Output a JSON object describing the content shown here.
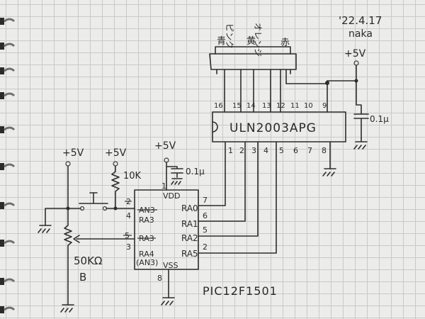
{
  "header": {
    "date": "'22.4.17",
    "author": "naka"
  },
  "connector": {
    "labels": [
      "青",
      "ピンク",
      "黄",
      "オレンジ",
      "赤"
    ]
  },
  "power": {
    "vplus": "+5V"
  },
  "ic_driver": {
    "name": "ULN2003APG",
    "pins_top": [
      "16",
      "15",
      "14",
      "13",
      "12",
      "11",
      "10",
      "9"
    ],
    "pins_bottom": [
      "1",
      "2",
      "3",
      "4",
      "5",
      "6",
      "7",
      "8"
    ]
  },
  "caps": {
    "driver_cap": "0.1μ",
    "mcu_cap": "0.1μ"
  },
  "resistor": {
    "pullup": "10K"
  },
  "pot": {
    "value": "50KΩ",
    "type": "B"
  },
  "mcu": {
    "name": "PIC12F1501",
    "vdd": "VDD",
    "vss": "VSS",
    "pin_vdd": "1",
    "pin_vss": "8",
    "left_pins": [
      {
        "num_old": "2",
        "num": "4",
        "name_old": "AN3",
        "name": "RA3"
      },
      {
        "num_old": "5",
        "num": "3",
        "name_old": "RA3",
        "name": "RA4",
        "sub": "(AN3)"
      }
    ],
    "right_pins": [
      {
        "num": "7",
        "name": "RA0"
      },
      {
        "num": "6",
        "name": "RA1"
      },
      {
        "num": "5",
        "name": "RA2"
      },
      {
        "num": "2",
        "name": "RA5"
      }
    ]
  }
}
